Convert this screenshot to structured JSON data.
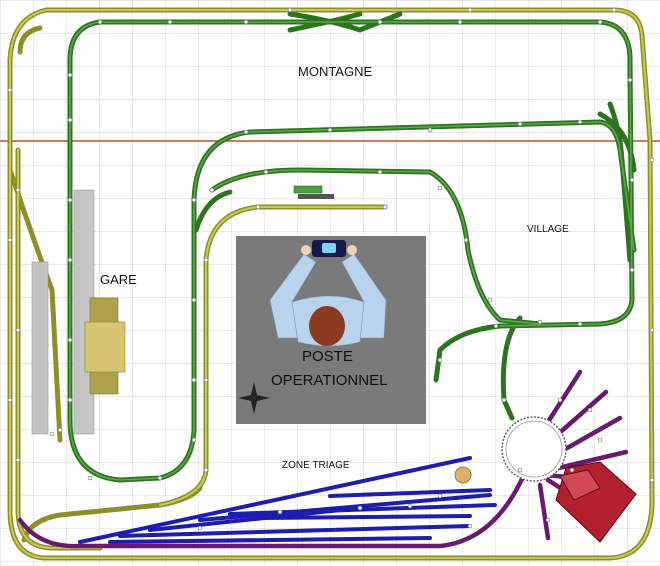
{
  "labels": {
    "montagne": "MONTAGNE",
    "village": "VILLAGE",
    "gare": "GARE",
    "poste_line1": "POSTE",
    "poste_line2": "OPERATIONNEL",
    "zone_triage": "ZONE TRIAGE"
  },
  "colors": {
    "grid": "#d4d4d4",
    "track_yellow": "#9a9a2a",
    "track_green": "#2f7a22",
    "track_blue": "#1d1db0",
    "track_purple": "#6a1a6e",
    "boundary_line": "#b5522a",
    "poste_panel": "#7a7a7a",
    "platform": "#c4c4c4",
    "station_building": "#d6c673",
    "engine_shed": "#b3202e"
  },
  "icons": {
    "compass": "compass-rose-icon",
    "operator": "operator-with-controller-icon",
    "turntable": "turntable-icon"
  }
}
